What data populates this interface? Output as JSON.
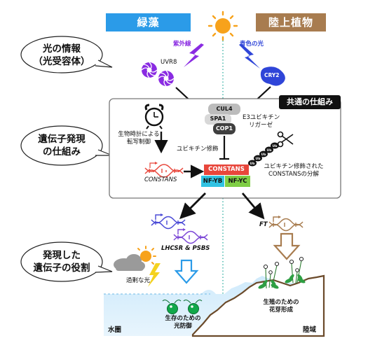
{
  "headers": {
    "algae": "緑藻",
    "land": "陸上植物"
  },
  "bubbles": {
    "light_info": [
      "光の情報",
      "（光受容体）"
    ],
    "gene_mech": [
      "遺伝子発現",
      "の仕組み"
    ],
    "gene_role": [
      "発現した",
      "遺伝子の役割"
    ]
  },
  "light": {
    "uv": "紫外線",
    "blue": "青色の光"
  },
  "receptors": {
    "uvr8": "UVR8",
    "cry2": "CRY2"
  },
  "common_mechanism": "共通の仕組み",
  "complex": {
    "cul4": "CUL4",
    "spa1": "SPA1",
    "cop1": "COP1"
  },
  "ligase": [
    "E3ユビキチン",
    "リガーゼ"
  ],
  "clock": [
    "生物時計による",
    "転写制御"
  ],
  "ubiquitination": "ユビキチン修飾",
  "degradation": [
    "ユビキチン修飾された",
    "CONSTANSの分解"
  ],
  "ub_tag": "Ub",
  "gene_constans": "CONSTANS",
  "protein": {
    "constans": "CONSTANS",
    "nfyb": "NF-YB",
    "nfyc": "NF-YC"
  },
  "algae_genes": "LHCSR & PSBS",
  "land_gene": "FT",
  "excess_light": "過剰な光",
  "photoprotection": [
    "生存のための",
    "光防御"
  ],
  "flowering": [
    "生殖のための",
    "花芽形成"
  ],
  "areas": {
    "water": "水圏",
    "land": "陸域"
  },
  "colors": {
    "algae_blue": "#2b9be8",
    "land_brown": "#a87c4f",
    "uv_purple": "#8a2be2",
    "cry_blue": "#2f45d8",
    "constans_red": "#e8463b",
    "nfyb_cyan": "#31c3e3",
    "nfyc_green": "#7fce44",
    "divider_teal": "#3bb3a5"
  }
}
